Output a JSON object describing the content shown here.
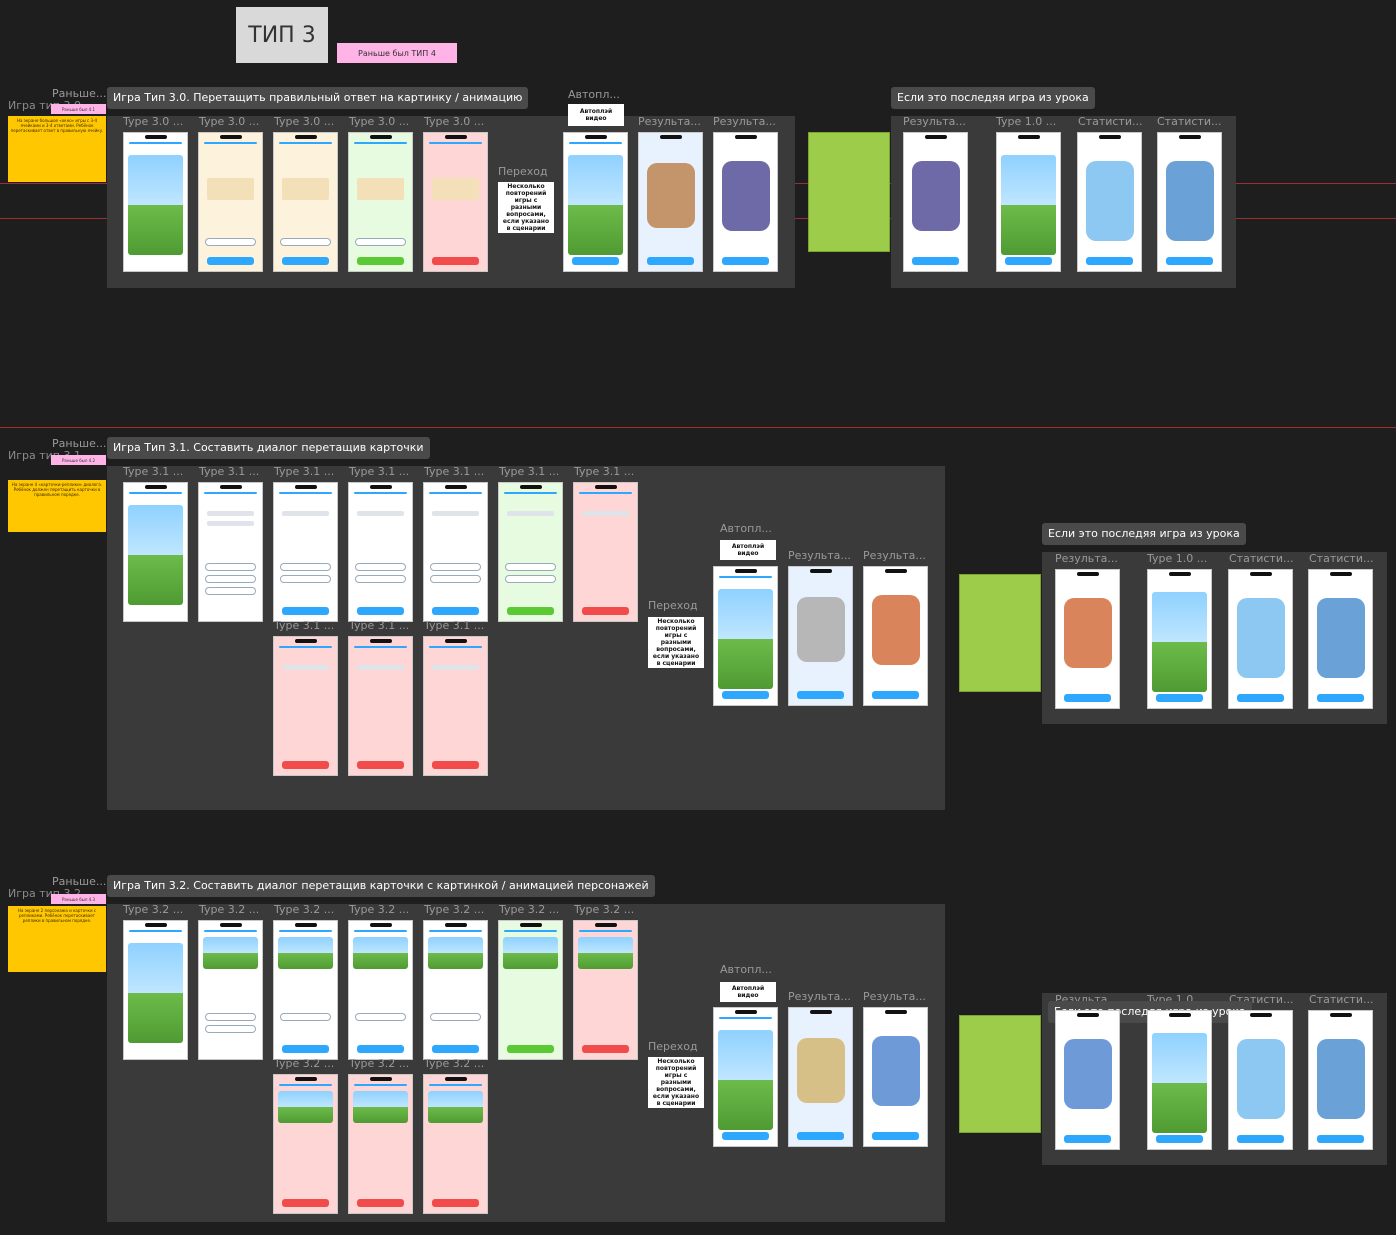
{
  "header": {
    "title": "ТИП 3",
    "note": "Раньше был ТИП 4"
  },
  "section1": {
    "tag": "Игра Тип 3.0. Перетащить правильный ответ на картинку / анимацию",
    "prev_label": "Раньше...",
    "game_label": "Игра тип 3.0",
    "prev_note": "Раньше был 4.1",
    "yellow_note": "На экране большое «окно» игры с 3-4 ячейками и 3-4 ответами. Ребёнок перетаскивает ответ в правильную ячейку.",
    "frames": [
      "Type 3.0 ...",
      "Type 3.0 ...",
      "Type 3.0 ...",
      "Type 3.0 ...",
      "Type 3.0 ..."
    ],
    "transition_label": "Переход",
    "transition_note": "Несколько повторений игры с разными вопросами, если указано в сценарии",
    "autoplay_label": "Автопл...",
    "autoplay_note": "Автоплэй видео",
    "results": [
      "Результа...",
      "Результа..."
    ],
    "last_game_tag": "Если это последяя игра из урока",
    "last_frames": [
      "Результа...",
      "Type 1.0 ...",
      "Статисти...",
      "Статисти..."
    ]
  },
  "section2": {
    "tag": "Игра Тип 3.1. Составить диалог перетащив карточки",
    "prev_label": "Раньше...",
    "game_label": "Игра тип 3.1",
    "prev_note": "Раньше был 4.2",
    "yellow_note": "На экране 4 «карточки-реплики» диалога. Ребёнок должен перетащить карточки в правильном порядке.",
    "frames": [
      "Type 3.1 ...",
      "Type 3.1 ...",
      "Type 3.1 ...",
      "Type 3.1 ...",
      "Type 3.1 ...",
      "Type 3.1 ...",
      "Type 3.1 ..."
    ],
    "frames_row2": [
      "Type 3.1 ...",
      "Type 3.1 ...",
      "Type 3.1 ..."
    ],
    "transition_label": "Переход",
    "transition_note": "Несколько повторений игры с разными вопросами, если указано в сценарии",
    "autoplay_label": "Автопл...",
    "autoplay_note": "Автоплэй видео",
    "results": [
      "Результа...",
      "Результа..."
    ],
    "last_game_tag": "Если это последяя игра из урока",
    "last_frames": [
      "Результа...",
      "Type 1.0 ...",
      "Статисти...",
      "Статисти..."
    ]
  },
  "section3": {
    "tag": "Игра Тип 3.2. Составить диалог перетащив карточки с картинкой / анимацией персонажей",
    "prev_label": "Раньше...",
    "game_label": "Игра тип 3.2",
    "prev_note": "Раньше был 4.3",
    "yellow_note": "На экране 2 персонажа и карточки с репликами. Ребёнок перетаскивает реплики в правильном порядке.",
    "frames": [
      "Type 3.2 ...",
      "Type 3.2 ...",
      "Type 3.2 ...",
      "Type 3.2 ...",
      "Type 3.2 ...",
      "Type 3.2 ...",
      "Type 3.2 ..."
    ],
    "frames_row2": [
      "Type 3.2 ...",
      "Type 3.2 ...",
      "Type 3.2 ..."
    ],
    "transition_label": "Переход",
    "transition_note": "Несколько повторений игры с разными вопросами, если указано в сценарии",
    "autoplay_label": "Автопл...",
    "autoplay_note": "Автоплэй видео",
    "results": [
      "Результа...",
      "Результа..."
    ],
    "last_game_tag": "Если это последяя игра из урока",
    "last_frames": [
      "Результа...",
      "Type 1.0 ...",
      "Статисти...",
      "Статисти..."
    ]
  },
  "colors": {
    "canvas": "#1e1e1e",
    "frame": "#3a3a3a",
    "note_yellow": "#ffc700",
    "note_pink": "#ffb3e6",
    "accent_blue": "#2ea8ff",
    "error_red": "#f24b4b",
    "success_green": "#5bc934"
  }
}
